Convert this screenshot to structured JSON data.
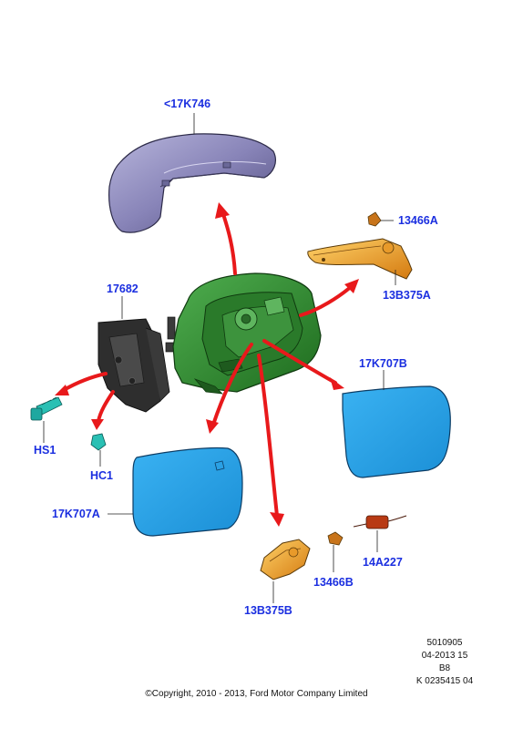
{
  "parts": [
    {
      "id": "mirror_cover",
      "label": "<17K746"
    },
    {
      "id": "indicator_bulb_top",
      "label": "13466A"
    },
    {
      "id": "indicator_lamp_top",
      "label": "13B375A"
    },
    {
      "id": "mirror_housing",
      "label": "17682"
    },
    {
      "id": "mirror_glass_right",
      "label": "17K707B"
    },
    {
      "id": "screw",
      "label": "HS1"
    },
    {
      "id": "clip",
      "label": "HC1"
    },
    {
      "id": "mirror_glass_left",
      "label": "17K707A"
    },
    {
      "id": "wiring",
      "label": "14A227"
    },
    {
      "id": "indicator_bulb_bottom",
      "label": "13466B"
    },
    {
      "id": "indicator_lamp_bottom",
      "label": "13B375B"
    }
  ],
  "meta": {
    "line1": "5010905",
    "line2": "04-2013 15",
    "line3": "B8",
    "line4": "K 0235415 04"
  },
  "copyright": "©Copyright, 2010 - 2013, Ford Motor Company Limited",
  "colors": {
    "label": "#1b2fe0",
    "arrow": "#e8191b",
    "glass": "#2aa3e8",
    "housing": "#2f8a2f",
    "cover": "#8a86b8",
    "lamp": "#f0a020"
  }
}
